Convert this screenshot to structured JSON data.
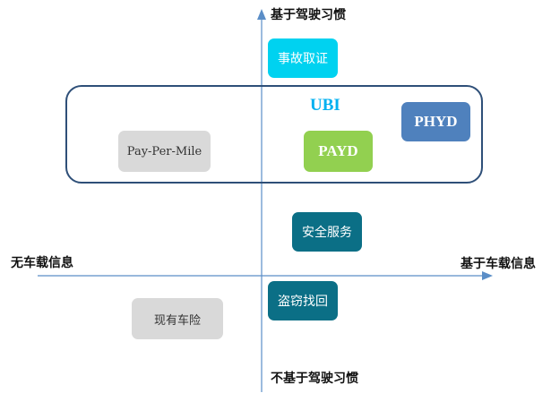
{
  "axes": {
    "top_label": "基于驾驶习惯",
    "bottom_label": "不基于驾驶习惯",
    "left_label": "无车载信息",
    "right_label": "基于车载信息",
    "line_color": "#5b8ec7"
  },
  "ubi_group": {
    "label": "UBI",
    "border_color": "#2e4f78",
    "label_color": "#00b0f0"
  },
  "boxes": {
    "accident_evidence": "事故取证",
    "phyd": "PHYD",
    "pay_per_mile": "Pay-Per-Mile",
    "payd": "PAYD",
    "safety_service": "安全服务",
    "theft_recovery": "盗窃找回",
    "existing_insurance": "现有车险"
  },
  "colors": {
    "cyan": "#00d2f0",
    "teal": "#0b6f86",
    "gray": "#d9d9d9",
    "green": "#92d050",
    "blue": "#4f81bd"
  }
}
